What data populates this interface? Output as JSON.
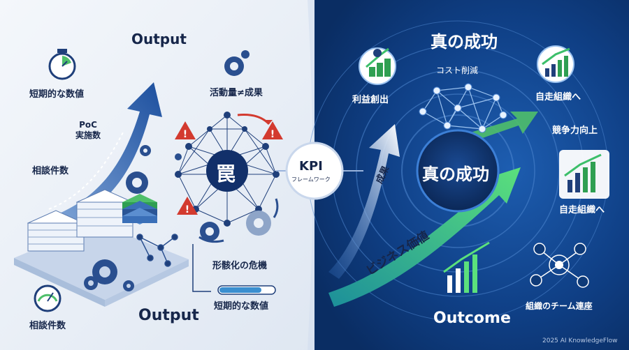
{
  "left": {
    "title_top": "Output",
    "title_bottom": "Output",
    "stopwatch_label": "短期的な数値",
    "poc_label": "PoC\n実施数",
    "consult_label_mid": "相談件数",
    "consult_label_bottom": "相談件数",
    "activity_label": "活動量≠成果",
    "trap_label": "罠",
    "formalization_label": "形骸化の危機",
    "short_term_bottom": "短期的な数値"
  },
  "center": {
    "kpi_title": "KPI",
    "kpi_sub": "フレームワーク"
  },
  "right": {
    "title_top": "真の成功",
    "center_label": "真の成功",
    "cost_label": "コスト削減",
    "profit_label": "利益創出",
    "autonomy_label_top": "自走組織へ",
    "competitive_label": "競争力向上",
    "autonomy_label_mid": "自走組織へ",
    "results_arrow_label": "成果",
    "business_value_label": "ビジネス価値",
    "outcome_label": "Outcome",
    "team_label": "組織のチーム連座"
  },
  "footer": {
    "copyright": "2025 AI KnowledgeFlow"
  },
  "colors": {
    "left_bg": "#e9eff7",
    "right_bg": "#0e3a78",
    "navy": "#1a3a78",
    "green": "#3cbf6a",
    "warning_red": "#d33a2f"
  },
  "icons": [
    "stopwatch-icon",
    "gauge-icon",
    "gear-icon",
    "warning-icon",
    "dollar-coins-icon",
    "growth-chart-icon",
    "team-network-icon",
    "bar-chart-icon",
    "network-icon"
  ]
}
